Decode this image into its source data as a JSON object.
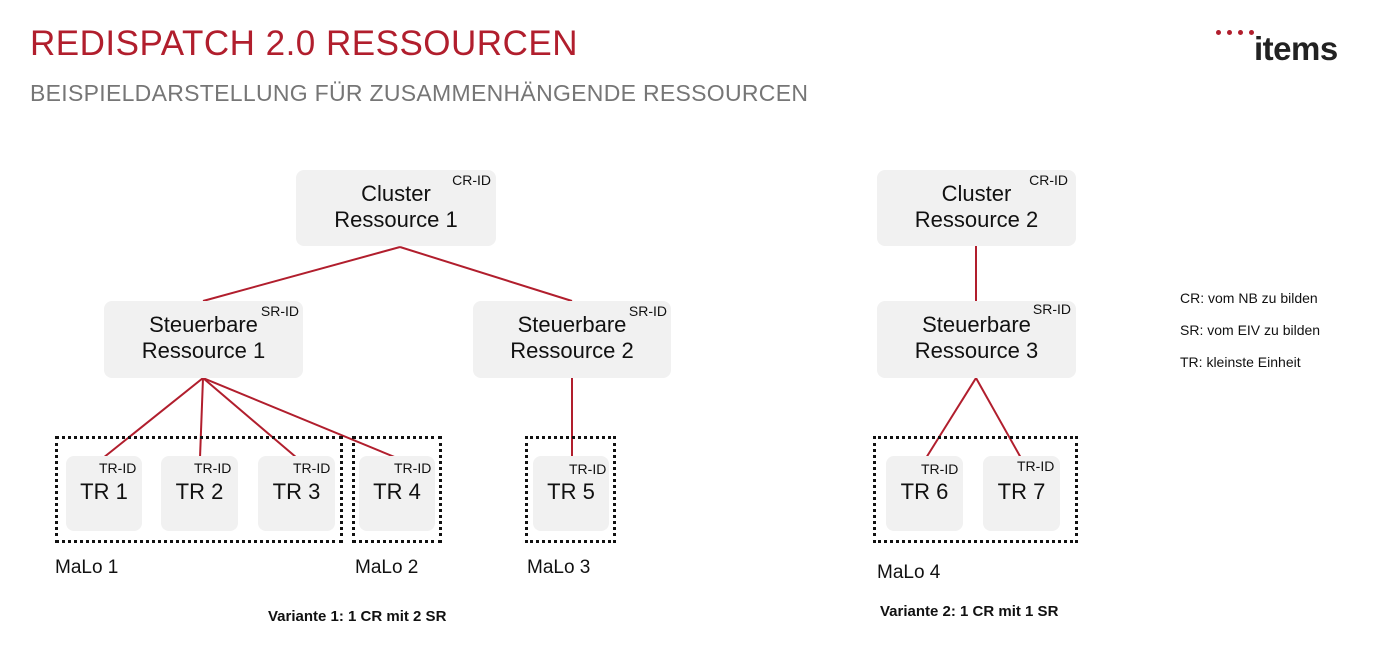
{
  "header": {
    "title": "REDISPATCH 2.0 RESSOURCEN",
    "subtitle": "BEISPIELDARSTELLUNG FÜR ZUSAMMENHÄNGENDE RESSOURCEN",
    "logo_text": "items"
  },
  "colors": {
    "accent": "#b11e2d",
    "subtitle": "#767676",
    "node_fill": "#f1f1f1",
    "line": "#b11e2d"
  },
  "clusters": [
    {
      "line1": "Cluster",
      "line2": "Ressource 1",
      "id_label": "CR-ID"
    },
    {
      "line1": "Cluster",
      "line2": "Ressource 2",
      "id_label": "CR-ID"
    }
  ],
  "steuerbare": [
    {
      "line1": "Steuerbare",
      "line2": "Ressource 1",
      "id_label": "SR-ID"
    },
    {
      "line1": "Steuerbare",
      "line2": "Ressource 2",
      "id_label": "SR-ID"
    },
    {
      "line1": "Steuerbare",
      "line2": "Ressource 3",
      "id_label": "SR-ID"
    }
  ],
  "technische": [
    {
      "label": "TR 1",
      "id_label": "TR-ID"
    },
    {
      "label": "TR 2",
      "id_label": "TR-ID"
    },
    {
      "label": "TR 3",
      "id_label": "TR-ID"
    },
    {
      "label": "TR 4",
      "id_label": "TR-ID"
    },
    {
      "label": "TR 5",
      "id_label": "TR-ID"
    },
    {
      "label": "TR 6",
      "id_label": "TR-ID"
    },
    {
      "label": "TR 7",
      "id_label": "TR-ID"
    }
  ],
  "malos": [
    "MaLo 1",
    "MaLo 2",
    "MaLo 3",
    "MaLo 4"
  ],
  "variants": [
    "Variante 1: 1 CR mit 2 SR",
    "Variante 2: 1 CR mit 1 SR"
  ],
  "legend": [
    "CR: vom NB zu bilden",
    "SR: vom EIV zu bilden",
    "TR: kleinste Einheit"
  ]
}
